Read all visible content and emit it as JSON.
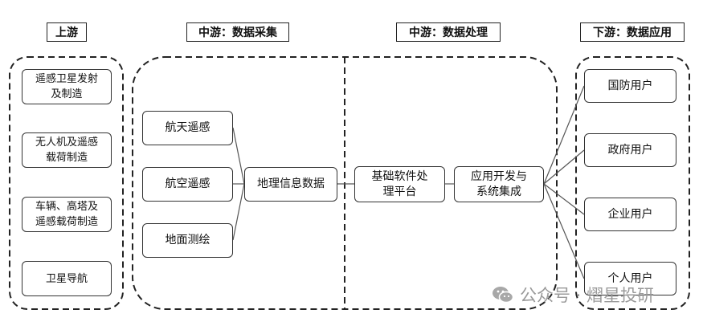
{
  "headers": {
    "upstream": "上游",
    "midstream_collect": "中游：数据采集",
    "midstream_process": "中游：数据处理",
    "downstream": "下游：数据应用"
  },
  "upstream": [
    "遥感卫星发射\n及制造",
    "无人机及遥感\n载荷制造",
    "车辆、高塔及\n遥感载荷制造",
    "卫星导航"
  ],
  "collection": [
    "航天遥感",
    "航空遥感",
    "地面测绘"
  ],
  "geo_data": "地理信息数据",
  "processing": {
    "software": "基础软件处\n理平台",
    "integration": "应用开发与\n系统集成"
  },
  "users": [
    "国防用户",
    "政府用户",
    "企业用户",
    "个人用户"
  ],
  "watermark": "公众号 · 熠星投研"
}
